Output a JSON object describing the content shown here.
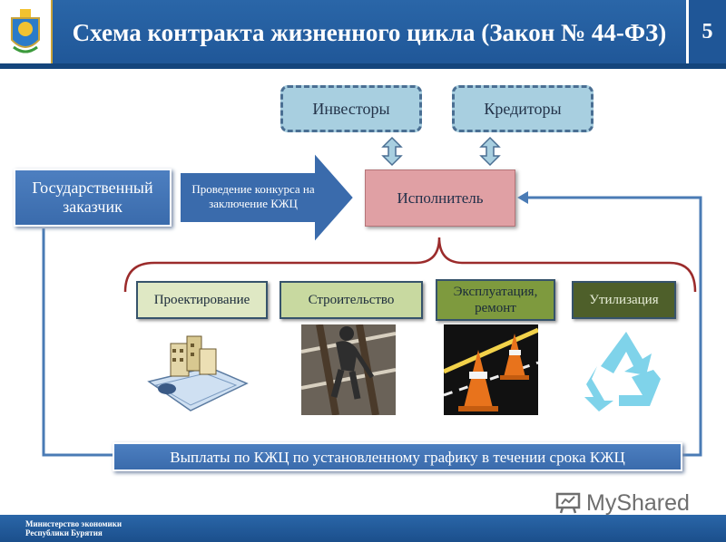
{
  "header": {
    "title": "Схема контракта жизненного цикла (Закон № 44-ФЗ)",
    "slide_number": "5"
  },
  "diagram": {
    "investors": "Инвесторы",
    "creditors": "Кредиторы",
    "customer": "Государственный заказчик",
    "arrow_text": "Проведение конкурса на заключение КЖЦ",
    "contractor": "Исполнитель",
    "phases": [
      "Проектирование",
      "Строительство",
      "Эксплуатация, ремонт",
      "Утилизация"
    ],
    "payments": "Выплаты по КЖЦ по установленному графику в течении срока КЖЦ"
  },
  "footer": {
    "line1": "Министерство экономики",
    "line2": "Республики Бурятия"
  },
  "watermark": "MyShared",
  "colors": {
    "header_blue": "#1f5697",
    "box_blue": "#3a6bac",
    "investor_fill": "#a8cfe0",
    "contractor_fill": "#e0a0a4",
    "phase_1": "#dfe8c4",
    "phase_2": "#c8d9a0",
    "phase_3": "#7e9a3e",
    "phase_4": "#4e5f2a",
    "connector_blue": "#4a7bb5",
    "bracket_red": "#9b2b2b"
  }
}
